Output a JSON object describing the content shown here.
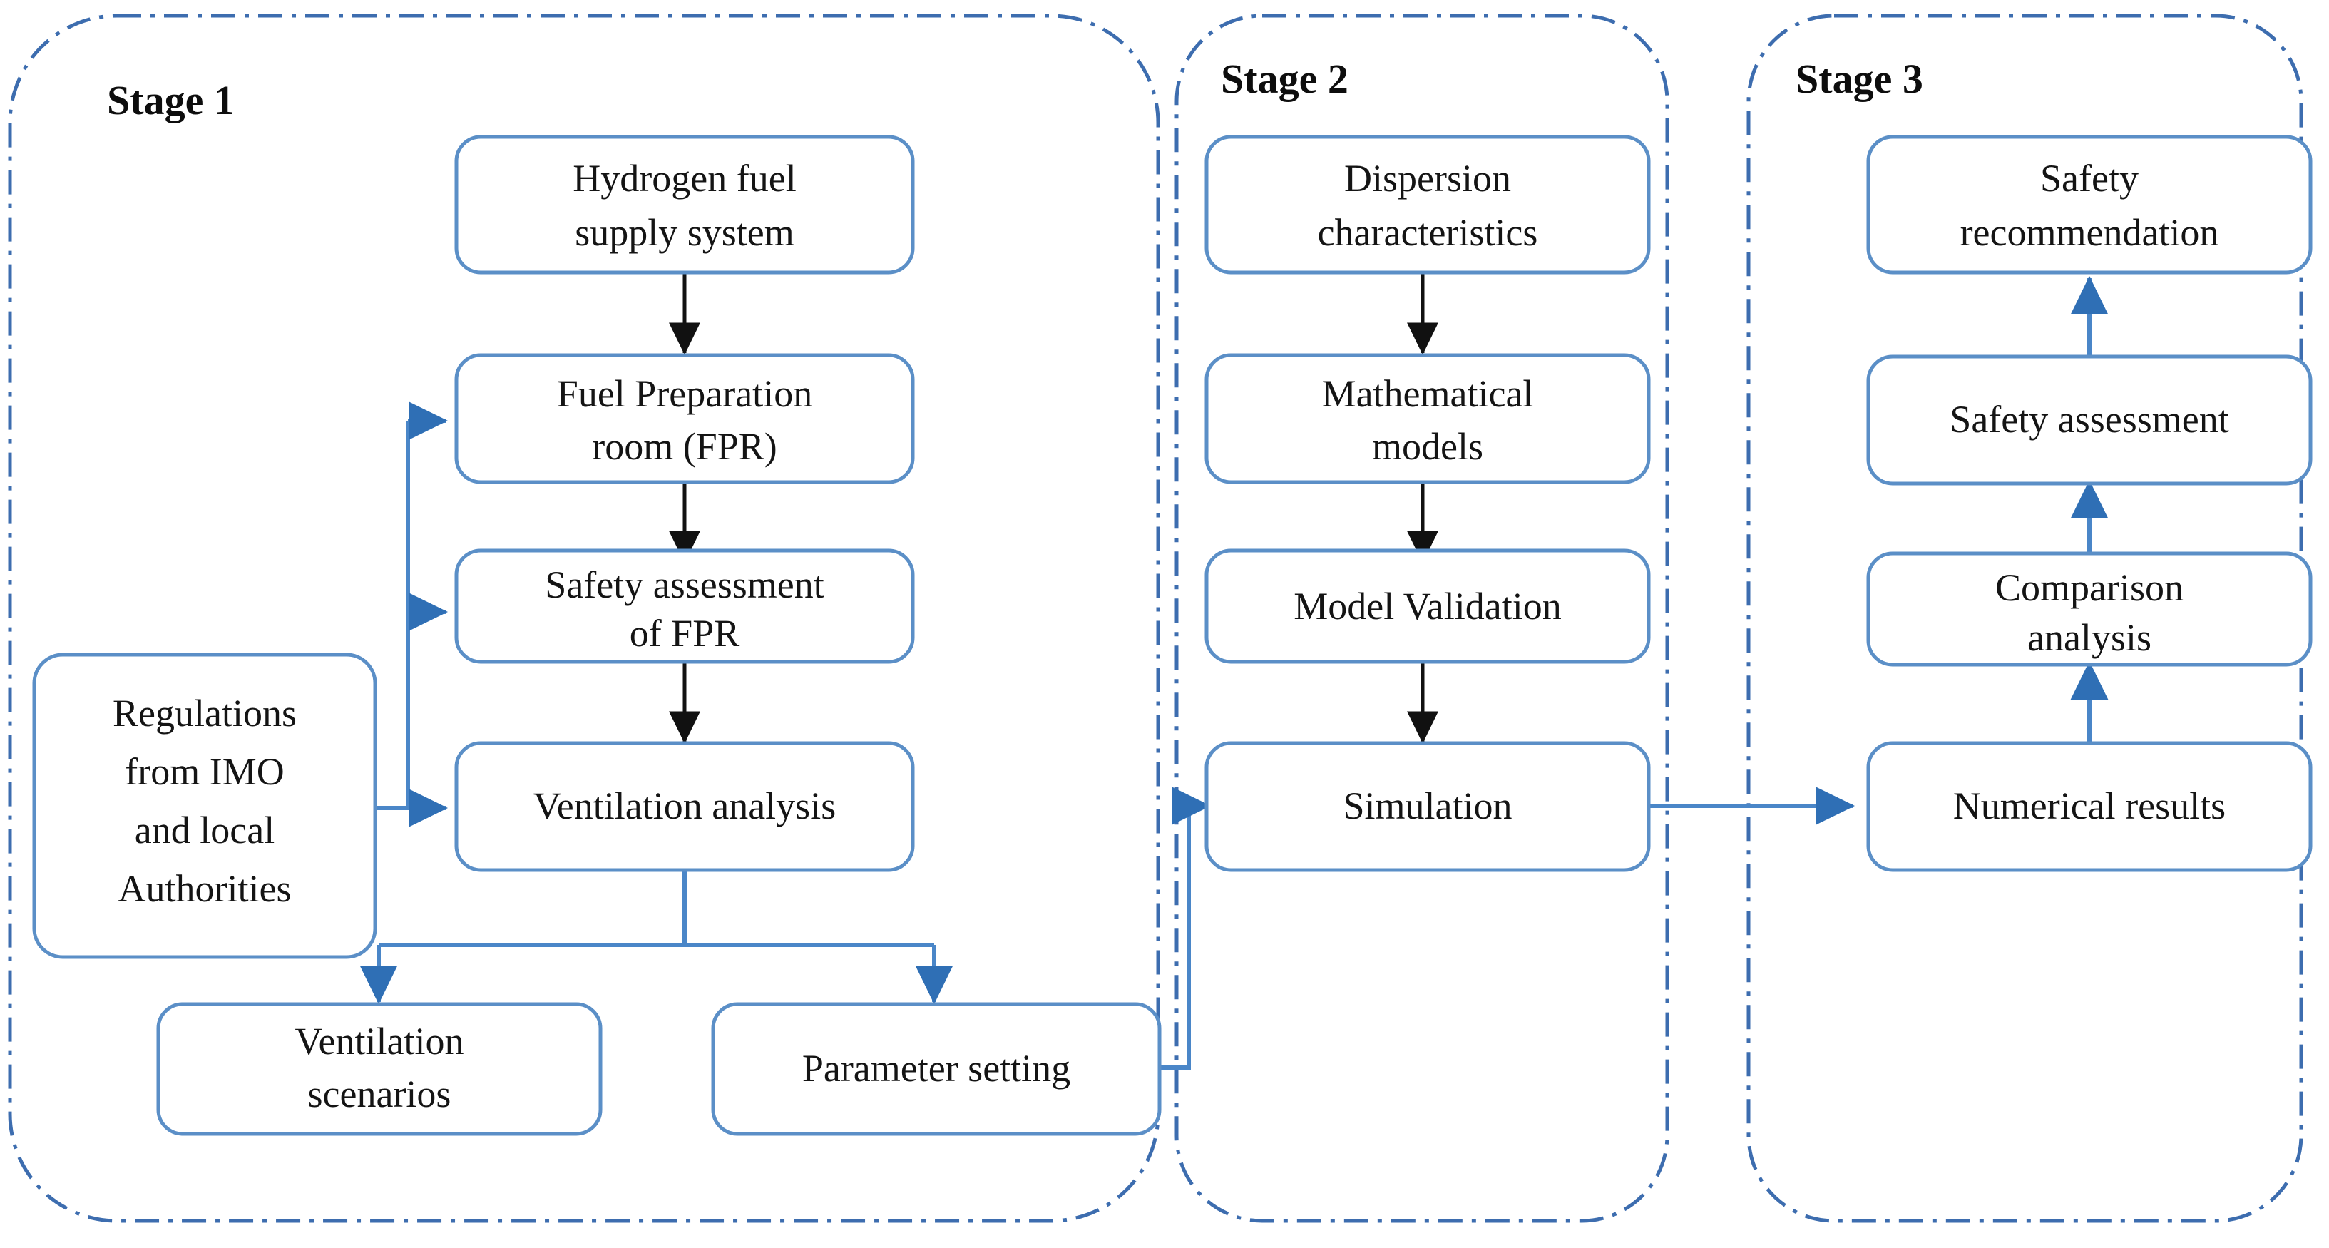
{
  "figure": {
    "title": "Three-stage hydrogen fuel preparation room safety study framework",
    "type": "flowchart"
  },
  "colors": {
    "box_border": "#5b8fc7",
    "frame_border": "#3d6daf",
    "blue_connector": "#4a86c8",
    "black_connector": "#111111",
    "text": "#141414",
    "background": "#ffffff"
  },
  "stages": [
    {
      "id": "stage1",
      "label": "Stage 1"
    },
    {
      "id": "stage2",
      "label": "Stage 2"
    },
    {
      "id": "stage3",
      "label": "Stage 3"
    }
  ],
  "nodes": {
    "hydrogen_fuel_supply_system": {
      "line1": "Hydrogen fuel",
      "line2": "supply system"
    },
    "fuel_preparation_room": {
      "line1": "Fuel Preparation",
      "line2": "room (FPR)"
    },
    "safety_assessment_of_fpr": {
      "line1": "Safety assessment",
      "line2": "of FPR"
    },
    "ventilation_analysis": {
      "line1": "Ventilation analysis",
      "line2": ""
    },
    "regulations": {
      "line1": "Regulations",
      "line2": "from IMO",
      "line3": "and local",
      "line4": "Authorities"
    },
    "ventilation_scenarios": {
      "line1": "Ventilation",
      "line2": "scenarios"
    },
    "parameter_setting": {
      "line1": "Parameter setting",
      "line2": ""
    },
    "dispersion_characteristics": {
      "line1": "Dispersion",
      "line2": "characteristics"
    },
    "mathematical_models": {
      "line1": "Mathematical",
      "line2": "models"
    },
    "model_validation": {
      "line1": "Model Validation",
      "line2": ""
    },
    "simulation": {
      "line1": "Simulation",
      "line2": ""
    },
    "safety_recommendation": {
      "line1": "Safety",
      "line2": "recommendation"
    },
    "safety_assessment": {
      "line1": "Safety assessment",
      "line2": ""
    },
    "comparison_analysis": {
      "line1": "Comparison",
      "line2": "analysis"
    },
    "numerical_results": {
      "line1": "Numerical results",
      "line2": ""
    }
  },
  "edges": [
    {
      "from": "hydrogen_fuel_supply_system",
      "to": "fuel_preparation_room",
      "color": "black",
      "direction": "down"
    },
    {
      "from": "fuel_preparation_room",
      "to": "safety_assessment_of_fpr",
      "color": "black",
      "direction": "down"
    },
    {
      "from": "safety_assessment_of_fpr",
      "to": "ventilation_analysis",
      "color": "black",
      "direction": "down"
    },
    {
      "from": "regulations",
      "to": "fuel_preparation_room",
      "color": "blue",
      "direction": "right"
    },
    {
      "from": "regulations",
      "to": "safety_assessment_of_fpr",
      "color": "blue",
      "direction": "right"
    },
    {
      "from": "regulations",
      "to": "ventilation_analysis",
      "color": "blue",
      "direction": "right"
    },
    {
      "from": "ventilation_analysis",
      "to": "ventilation_scenarios",
      "color": "blue",
      "direction": "down"
    },
    {
      "from": "ventilation_analysis",
      "to": "parameter_setting",
      "color": "blue",
      "direction": "down"
    },
    {
      "from": "parameter_setting",
      "to": "simulation",
      "color": "blue",
      "direction": "right-up"
    },
    {
      "from": "dispersion_characteristics",
      "to": "mathematical_models",
      "color": "black",
      "direction": "down"
    },
    {
      "from": "mathematical_models",
      "to": "model_validation",
      "color": "black",
      "direction": "down"
    },
    {
      "from": "model_validation",
      "to": "simulation",
      "color": "black",
      "direction": "down"
    },
    {
      "from": "simulation",
      "to": "numerical_results",
      "color": "blue",
      "direction": "right"
    },
    {
      "from": "numerical_results",
      "to": "comparison_analysis",
      "color": "blue",
      "direction": "up"
    },
    {
      "from": "comparison_analysis",
      "to": "safety_assessment",
      "color": "blue",
      "direction": "up"
    },
    {
      "from": "safety_assessment",
      "to": "safety_recommendation",
      "color": "blue",
      "direction": "up"
    }
  ]
}
